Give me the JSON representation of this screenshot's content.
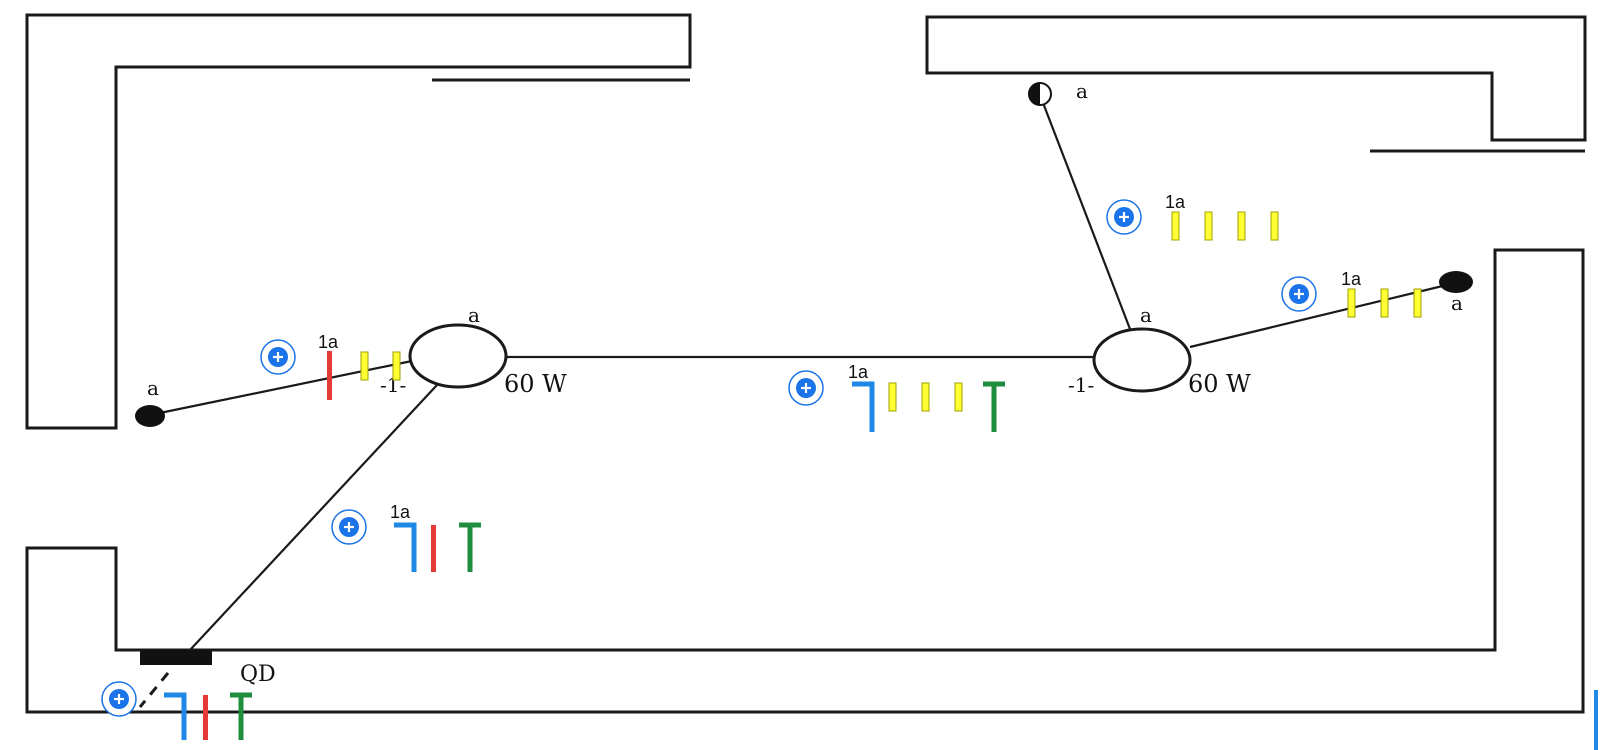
{
  "labels": {
    "point_a": "a",
    "lamp_power": "60 W",
    "lamp_index": "-1-",
    "panel": "QD",
    "circuit": "1a"
  },
  "colors": {
    "neutral": "#1e88e5",
    "phase": "#e53935",
    "earth": "#1e8e3e",
    "return": "#ffff33",
    "add_button": "#1a73e8"
  },
  "icons": {
    "add_button": "plus-circle-icon"
  }
}
